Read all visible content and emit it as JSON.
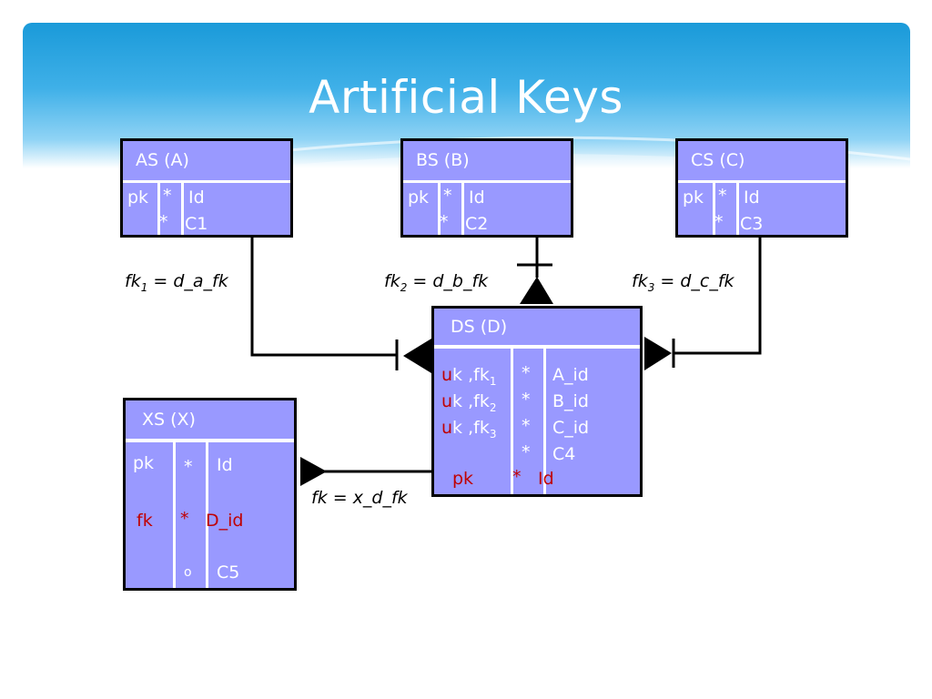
{
  "slide": {
    "title": "Artificial Keys"
  },
  "entities": {
    "as": {
      "name": "AS (A)",
      "rows": [
        {
          "key": "pk",
          "mark": "*",
          "attr": "Id"
        },
        {
          "key": "",
          "mark": "*",
          "attr": "C1"
        }
      ]
    },
    "bs": {
      "name": "BS (B)",
      "rows": [
        {
          "key": "pk",
          "mark": "*",
          "attr": "Id"
        },
        {
          "key": "",
          "mark": "*",
          "attr": "C2"
        }
      ]
    },
    "cs": {
      "name": "CS (C)",
      "rows": [
        {
          "key": "pk",
          "mark": "*",
          "attr": "Id"
        },
        {
          "key": "",
          "mark": "*",
          "attr": "C3"
        }
      ]
    },
    "ds": {
      "name": "DS (D)",
      "rows": [
        {
          "key_u": "u",
          "key_k": "k ,fk",
          "sub": "1",
          "mark": "*",
          "attr": "A_id"
        },
        {
          "key_u": "u",
          "key_k": "k ,fk",
          "sub": "2",
          "mark": "*",
          "attr": "B_id"
        },
        {
          "key_u": "u",
          "key_k": "k ,fk",
          "sub": "3",
          "mark": "*",
          "attr": "C_id"
        },
        {
          "mark": "*",
          "attr": "C4"
        },
        {
          "key": "pk",
          "mark": "*",
          "attr": "Id"
        }
      ]
    },
    "xs": {
      "name": "XS (X)",
      "rows": [
        {
          "key": "pk",
          "mark": "*",
          "attr": "Id"
        },
        {
          "key": "fk",
          "mark": "*",
          "attr": "D_id"
        },
        {
          "key": "",
          "mark": "o",
          "attr": "C5"
        }
      ]
    }
  },
  "relations": {
    "fk1": {
      "pre": "fk",
      "sub": "1",
      "post": " = d_a_fk"
    },
    "fk2": {
      "pre": "fk",
      "sub": "2",
      "post": " = d_b_fk"
    },
    "fk3": {
      "pre": "fk",
      "sub": "3",
      "post": " = d_c_fk"
    },
    "fkx": {
      "text": "fk = x_d_fk"
    }
  },
  "colors": {
    "entity_fill": "#9999ff",
    "key_red": "#c00000",
    "banner": "#1a9ad9"
  }
}
